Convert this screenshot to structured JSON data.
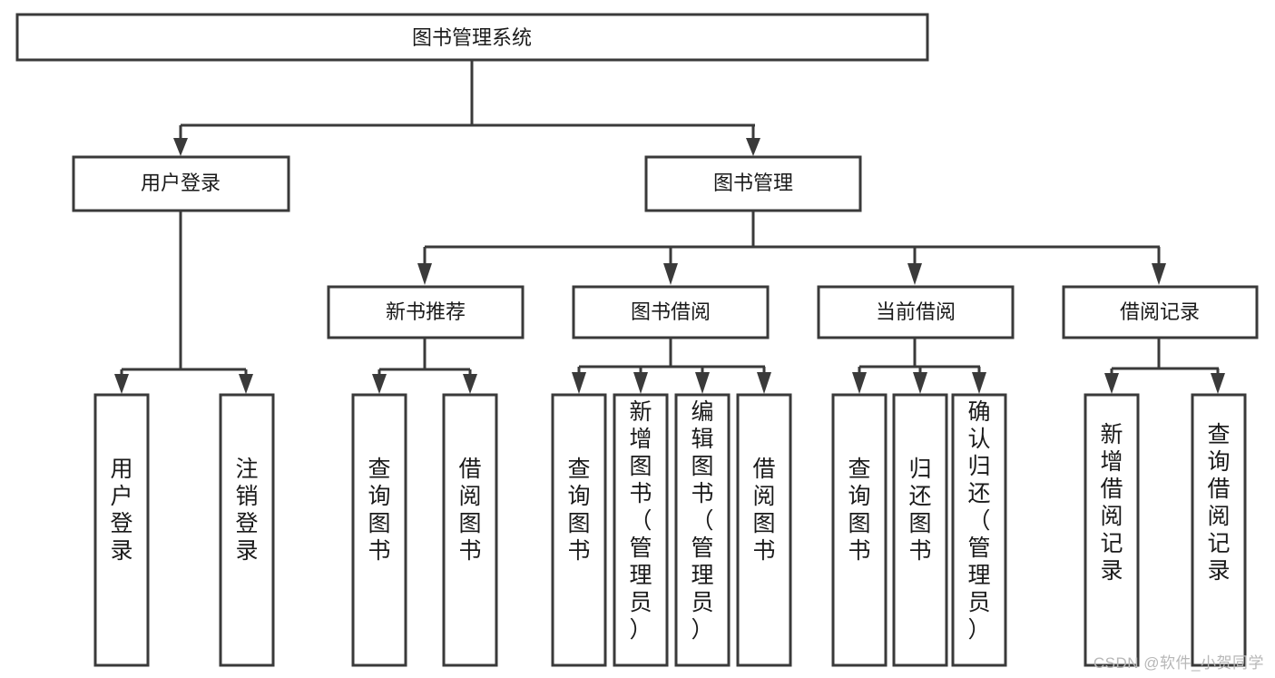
{
  "diagram": {
    "type": "hierarchy-tree",
    "title": "图书管理系统",
    "watermark": "CSDN @软件_小贺同学",
    "colors": {
      "stroke": "#3a3a3a",
      "fill": "#ffffff",
      "text": "#1a1a1a",
      "watermark": "#b7b7b7"
    },
    "levels": {
      "root": {
        "label": "图书管理系统"
      },
      "level2": [
        {
          "label": "用户登录"
        },
        {
          "label": "图书管理"
        }
      ],
      "level3": [
        {
          "label": "新书推荐"
        },
        {
          "label": "图书借阅"
        },
        {
          "label": "当前借阅"
        },
        {
          "label": "借阅记录"
        }
      ],
      "leaves": {
        "user_login": [
          {
            "label": "用户登录"
          },
          {
            "label": "注销登录"
          }
        ],
        "new_book_recommend": [
          {
            "label": "查询图书"
          },
          {
            "label": "借阅图书"
          }
        ],
        "book_borrow": [
          {
            "label": "查询图书"
          },
          {
            "label": "新增图书（管理员）"
          },
          {
            "label": "编辑图书（管理员）"
          },
          {
            "label": "借阅图书"
          }
        ],
        "current_borrow": [
          {
            "label": "查询图书"
          },
          {
            "label": "归还图书"
          },
          {
            "label": "确认归还（管理员）"
          }
        ],
        "borrow_record": [
          {
            "label": "新增借阅记录"
          },
          {
            "label": "查询借阅记录"
          }
        ]
      }
    }
  }
}
